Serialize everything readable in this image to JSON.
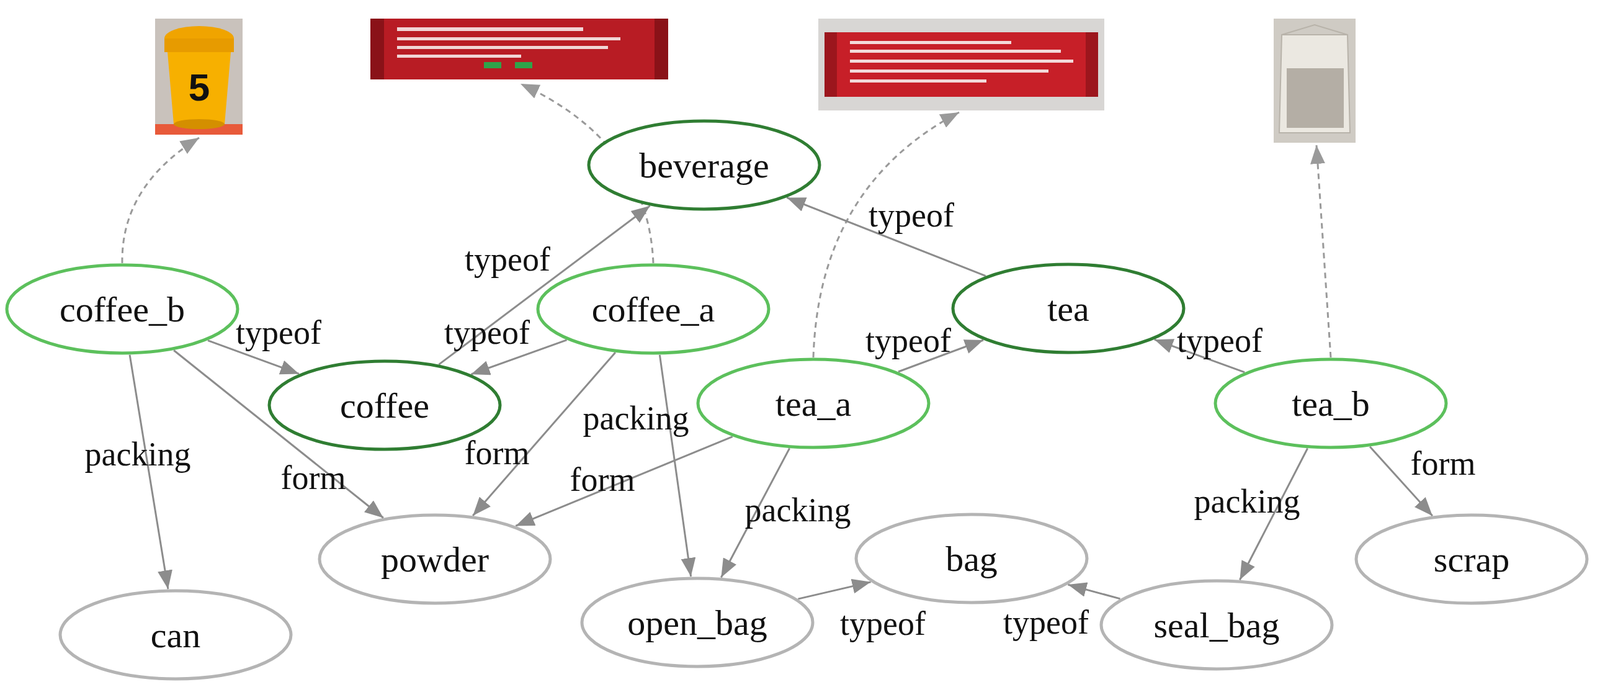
{
  "diagram": {
    "nodes": [
      {
        "text": [
          "beverage"
        ]
      },
      {
        "text": [
          "coffee_b"
        ]
      },
      {
        "text": [
          "coffee_a"
        ]
      },
      {
        "text": [
          "tea"
        ]
      },
      {
        "text": [
          "coffee"
        ]
      },
      {
        "text": [
          "tea_a"
        ]
      },
      {
        "text": [
          "tea_b"
        ]
      },
      {
        "text": [
          "bag"
        ]
      },
      {
        "text": [
          "powder"
        ]
      },
      {
        "text": [
          "scrap"
        ]
      },
      {
        "text": [
          "can"
        ]
      },
      {
        "text": [
          "open_bag"
        ]
      },
      {
        "text": [
          "seal_bag"
        ]
      }
    ],
    "edges": [
      {
        "from": 1,
        "to": 4,
        "label": "typeof",
        "arrow": "to"
      },
      {
        "from": 1,
        "to": 8,
        "label": "form",
        "arrow": "to"
      },
      {
        "from": 1,
        "to": 10,
        "label": "packing",
        "arrow": "to"
      },
      {
        "from": 4,
        "to": 0,
        "label": "typeof",
        "arrow": "to"
      },
      {
        "from": 2,
        "to": 4,
        "label": "typeof",
        "arrow": "to"
      },
      {
        "from": 2,
        "to": 8,
        "label": "form",
        "arrow": "to"
      },
      {
        "from": 2,
        "to": 11,
        "label": "packing",
        "arrow": "to"
      },
      {
        "from": 5,
        "to": 3,
        "label": "typeof",
        "arrow": "to"
      },
      {
        "from": 5,
        "to": 8,
        "label": "form",
        "arrow": "to"
      },
      {
        "from": 5,
        "to": 11,
        "label": "packing",
        "arrow": "to"
      },
      {
        "from": 3,
        "to": 0,
        "label": "typeof",
        "arrow": "to"
      },
      {
        "from": 6,
        "to": 3,
        "label": "typeof",
        "arrow": "to"
      },
      {
        "from": 6,
        "to": 12,
        "label": "packing",
        "arrow": "to"
      },
      {
        "from": 6,
        "to": 9,
        "label": "form",
        "arrow": "to"
      },
      {
        "from": 11,
        "to": 7,
        "label": "typeof",
        "arrow": "to"
      },
      {
        "from": 12,
        "to": 7,
        "label": "typeof",
        "arrow": "to"
      }
    ],
    "labels": [
      "5"
    ]
  }
}
